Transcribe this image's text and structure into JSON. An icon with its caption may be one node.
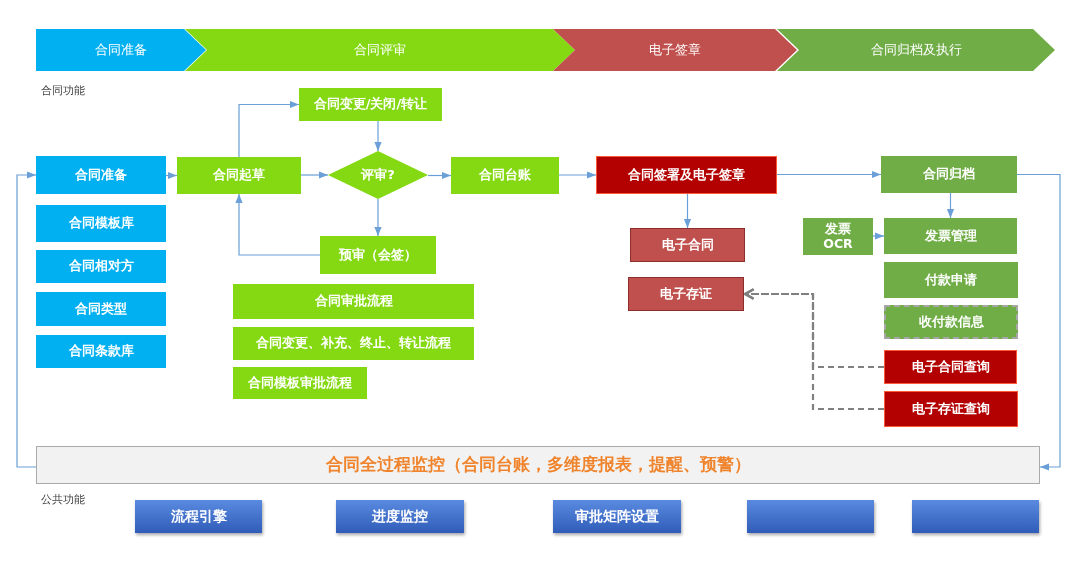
{
  "diagram": {
    "nodes": [
      {
        "text": [
          "合同准备"
        ]
      },
      {
        "text": [
          "合同评审"
        ]
      },
      {
        "text": [
          "电子签章"
        ]
      },
      {
        "text": [
          "合同归档及执行"
        ]
      },
      {
        "text": [
          "合同准备"
        ]
      },
      {
        "text": [
          "合同模板库"
        ]
      },
      {
        "text": [
          "合同相对方"
        ]
      },
      {
        "text": [
          "合同类型"
        ]
      },
      {
        "text": [
          "合同条款库"
        ]
      },
      {
        "text": [
          "合同起草"
        ]
      },
      {
        "text": [
          "合同变更/关闭/转让"
        ]
      },
      {
        "text": [
          "评审?"
        ]
      },
      {
        "text": [
          "合同台账"
        ]
      },
      {
        "text": [
          "预审（会签）"
        ]
      },
      {
        "text": [
          "合同审批流程"
        ]
      },
      {
        "text": [
          "合同变更、补充、终止、转让流程"
        ]
      },
      {
        "text": [
          "合同模板审批流程"
        ]
      },
      {
        "text": [
          "合同签署及电子签章"
        ]
      },
      {
        "text": [
          "电子合同"
        ]
      },
      {
        "text": [
          "电子存证"
        ]
      },
      {
        "text": [
          "合同归档"
        ]
      },
      {
        "text": [
          "发票 OCR"
        ]
      },
      {
        "text": [
          "发票管理"
        ]
      },
      {
        "text": [
          "付款申请"
        ]
      },
      {
        "text": [
          "收付款信息"
        ]
      },
      {
        "text": [
          "电子合同查询"
        ]
      },
      {
        "text": [
          "电子存证查询"
        ]
      },
      {
        "text": [
          "合同全过程监控（合同台账，多维度报表，提醒、预警）"
        ]
      },
      {
        "text": [
          "流程引擎"
        ]
      },
      {
        "text": [
          "进度监控"
        ]
      },
      {
        "text": [
          "审批矩阵设置"
        ]
      },
      {
        "text": [],
        "shape": "box"
      },
      {
        "text": [],
        "shape": "box"
      }
    ],
    "edges": [
      {
        "from": 27,
        "to": 4,
        "arrow": "to"
      },
      {
        "from": 4,
        "to": 9,
        "arrow": "to"
      },
      {
        "from": 9,
        "to": 10,
        "arrow": "to"
      },
      {
        "from": 13,
        "to": 9,
        "arrow": "to"
      },
      {
        "from": 9,
        "to": 11,
        "arrow": "to"
      },
      {
        "from": 10,
        "to": 11,
        "arrow": "to"
      },
      {
        "from": 11,
        "to": 13,
        "arrow": "to"
      },
      {
        "from": 11,
        "to": 12,
        "arrow": "to"
      },
      {
        "from": 12,
        "to": 17,
        "arrow": "to"
      },
      {
        "from": 17,
        "to": 18,
        "arrow": "to"
      },
      {
        "from": 17,
        "to": 20,
        "arrow": "to"
      },
      {
        "from": 20,
        "to": 22,
        "arrow": "to"
      },
      {
        "from": 21,
        "to": 22,
        "arrow": "to"
      },
      {
        "from": 20,
        "to": 27,
        "arrow": "to"
      },
      {
        "from": 25,
        "to": 19,
        "arrow": "to",
        "style": "dashed",
        "color": "#808080"
      },
      {
        "from": 26,
        "to": 19,
        "arrow": "to",
        "style": "dashed",
        "color": "#808080"
      }
    ],
    "labels": [
      "合同功能",
      "公共功能"
    ]
  }
}
